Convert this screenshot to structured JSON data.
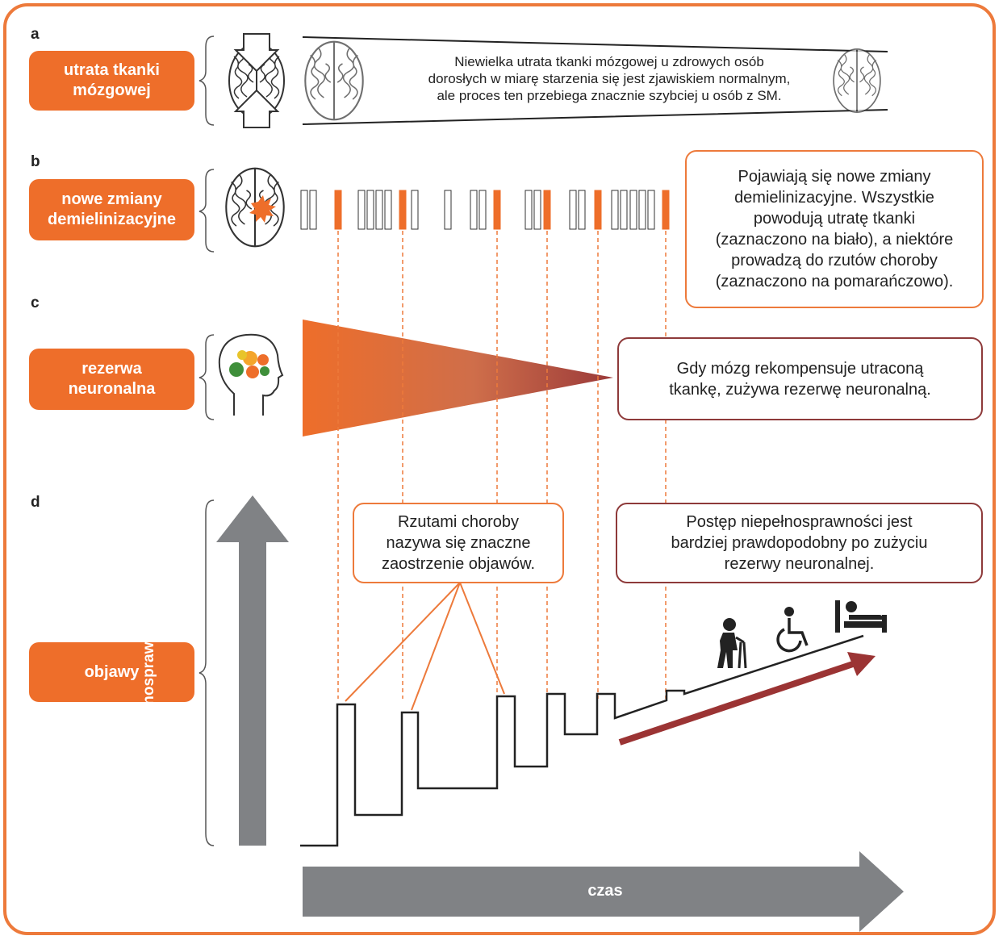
{
  "sections": {
    "a": {
      "letter": "a",
      "label": "utrata tkanki\nmózgowej"
    },
    "b": {
      "letter": "b",
      "label": "nowe zmiany\ndemielinizacyjne"
    },
    "c": {
      "letter": "c",
      "label": "rezerwa\nneuronalna"
    },
    "d": {
      "letter": "d",
      "label": "objawy"
    }
  },
  "banner_text": "Niewielka utrata tkanki mózgowej  u zdrowych osób\ndorosłych w miarę starzenia się jest zjawiskiem normalnym,\nale proces ten przebiega znacznie szybciej u osób z SM.",
  "callouts": {
    "lesions": "Pojawiają się nowe zmiany\ndemielinizacyjne. Wszystkie\npowodują utratę tkanki\n(zaznaczono na biało), a niektóre\nprowadzą do rzutów choroby\n(zaznaczono na pomarańczowo).",
    "reserve": "Gdy mózg rekompensuje utraconą\ntkankę, zużywa rezerwę neuronalną.",
    "relapses": "Rzutami choroby\nnazywa się znaczne\nzaostrzenie objawów.",
    "progression": "Postęp niepełnosprawności jest\nbardziej prawdopodobny po zużyciu\nrezerwy neuronalnej."
  },
  "axes": {
    "y_label": "wzrost niepełnosprawności",
    "x_label": "czas"
  },
  "lesion_bars": [
    "white",
    "white",
    "orange",
    "white",
    "white",
    "white",
    "white",
    "orange",
    "white",
    "white",
    "white",
    "white",
    "orange",
    "white",
    "white",
    "orange",
    "white",
    "white",
    "orange",
    "white",
    "white",
    "white",
    "white",
    "white",
    "orange"
  ],
  "icons": [
    "brain-shrink-icon",
    "brain-lesion-icon",
    "head-gears-icon",
    "walker-person-icon",
    "wheelchair-icon",
    "bed-icon"
  ],
  "colors": {
    "orange": "#ee6e2a",
    "border_orange": "#ed7a3b",
    "dark_red": "#8e3a3a",
    "arrow_red": "#9b3434",
    "gray": "#808285"
  }
}
